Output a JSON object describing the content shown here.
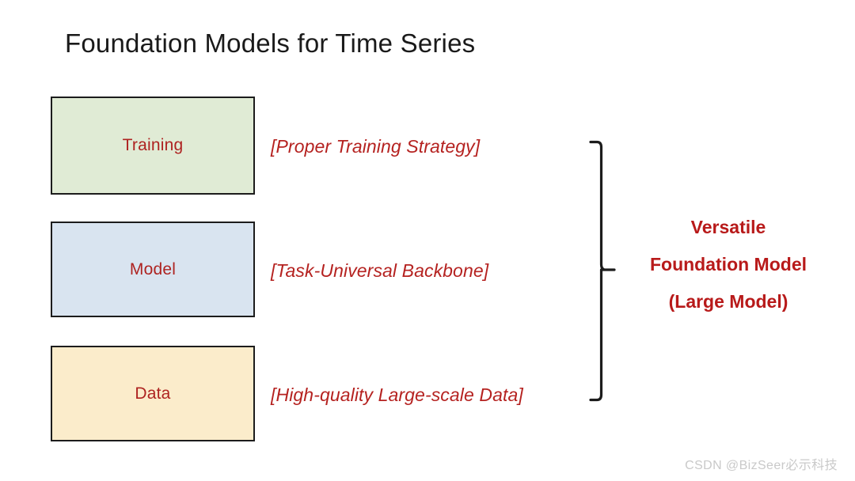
{
  "slide": {
    "title": "Foundation Models for Time Series",
    "background_color": "#ffffff"
  },
  "stages": [
    {
      "id": "training",
      "label": "Training",
      "fill_color": "#e0ebd5",
      "border_color": "#1c1c1c",
      "label_color": "#ae2321",
      "annotation": "[Proper Training Strategy]"
    },
    {
      "id": "model",
      "label": "Model",
      "fill_color": "#d9e4f0",
      "border_color": "#1c1c1c",
      "label_color": "#ae2321",
      "annotation": "[Task-Universal Backbone]"
    },
    {
      "id": "data",
      "label": "Data",
      "fill_color": "#fbeccb",
      "border_color": "#1c1c1c",
      "label_color": "#ae2321",
      "annotation": "[High-quality Large-scale Data]"
    }
  ],
  "brace": {
    "name": "right-pointing-brace",
    "color": "#1c1c1c"
  },
  "conclusion": {
    "color": "#b81a1a",
    "lines": [
      "Versatile",
      "Foundation Model",
      "(Large Model)"
    ]
  },
  "watermark": {
    "text": "CSDN @BizSeer必示科技",
    "color": "#c9c9c9"
  }
}
